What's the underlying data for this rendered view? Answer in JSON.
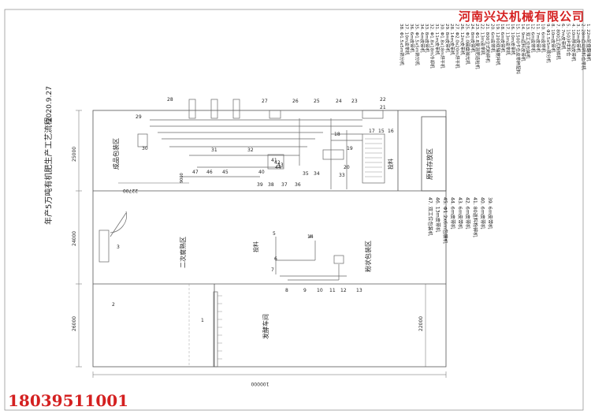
{
  "company": "河南兴达机械有限公司",
  "phone": "18039511001",
  "title": "年产5万吨有机肥生产工艺流程",
  "date": "2020.9.27",
  "areas": {
    "product_packing": "成品包装区",
    "raw_storage": "原料存放区",
    "secondary_aging": "二次腐熟区",
    "powder_packing": "粉状包装区",
    "fermentation": "发酵车间"
  },
  "feed_label_1": "投料",
  "feed_label_2": "投料",
  "dimensions": {
    "d25000": "25000",
    "d22700": "22700",
    "d24000": "24000",
    "d26000": "26000",
    "d22000": "22000",
    "d100000": "100000",
    "d9000": "9000"
  },
  "legend_top": [
    "1. 22m轮盘翻堆机",
    "2. 28m自动转料仓带机",
    "3. 12m皮带机",
    "4. 10m移动皮带机",
    "5. 1503P半料仓",
    "6. 7m皮带机",
    "7. 800立式粉碎机",
    "8. 10m皮带机",
    "9. Φ1.5x5m筛分机",
    "10. 6m皮带机",
    "11. 7m皮带机",
    "12. 6m皮带机",
    "13. 双工位包装机",
    "14. 9m返料皮带机",
    "15. 1500卡仓皮带秤配料",
    "16. 10m皮带机",
    "17. 13m皮带机",
    "18. 6m皮带机",
    "19. 1200双轴搅拌机",
    "20. 6m皮带机",
    "21. 800立式粉碎机",
    "22. 13m皮带机",
    "23. Φ1.8复混肥造粒机",
    "24. 8m皮带机",
    "25. Φ1.0圆盘抛光机",
    "26. 12m皮带机",
    "27. Φ2.0x20m烘干机",
    "28. 14m皮带机",
    "29. 8m皮带机",
    "30. Φ1.8x18m烘干机",
    "31. 11m皮带机",
    "32. Φ1.8x18m冷却机",
    "33. 8m皮带机",
    "34. 4m皮带机",
    "35. Φ1.5x5m筛分机",
    "36. 6m皮带机",
    "37. 10m皮带机",
    "38. Φ1.5x5m筛分机"
  ],
  "legend_bottom": [
    "39. 6m皮带机",
    "40. 6m皮带机",
    "41. 80返料粉碎机",
    "42. 6m皮带机",
    "43. 6m皮带机",
    "44. 6m皮带机",
    "45. Φ1.2x6m包膜机",
    "46. 13m皮带机",
    "47. 双工位包装机"
  ],
  "callouts_upper": [
    {
      "n": "28"
    },
    {
      "n": "29"
    },
    {
      "n": "30"
    },
    {
      "n": "31"
    },
    {
      "n": "32"
    },
    {
      "n": "27"
    },
    {
      "n": "26"
    },
    {
      "n": "25"
    },
    {
      "n": "24"
    },
    {
      "n": "23"
    },
    {
      "n": "22"
    },
    {
      "n": "21"
    },
    {
      "n": "17"
    },
    {
      "n": "15"
    },
    {
      "n": "16"
    },
    {
      "n": "18"
    },
    {
      "n": "19"
    },
    {
      "n": "20"
    },
    {
      "n": "33"
    },
    {
      "n": "34"
    },
    {
      "n": "35"
    },
    {
      "n": "36"
    },
    {
      "n": "37"
    },
    {
      "n": "38"
    },
    {
      "n": "39"
    },
    {
      "n": "40"
    },
    {
      "n": "41"
    },
    {
      "n": "42"
    },
    {
      "n": "43"
    },
    {
      "n": "44"
    },
    {
      "n": "45"
    },
    {
      "n": "46"
    },
    {
      "n": "47"
    }
  ],
  "callouts_lower": [
    {
      "n": "1"
    },
    {
      "n": "2"
    },
    {
      "n": "3"
    },
    {
      "n": "4"
    },
    {
      "n": "5"
    },
    {
      "n": "6"
    },
    {
      "n": "7"
    },
    {
      "n": "8"
    },
    {
      "n": "9"
    },
    {
      "n": "10"
    },
    {
      "n": "11"
    },
    {
      "n": "12"
    },
    {
      "n": "13"
    },
    {
      "n": "14"
    }
  ],
  "colors": {
    "brand_red": "#d42020",
    "line": "#555555"
  }
}
